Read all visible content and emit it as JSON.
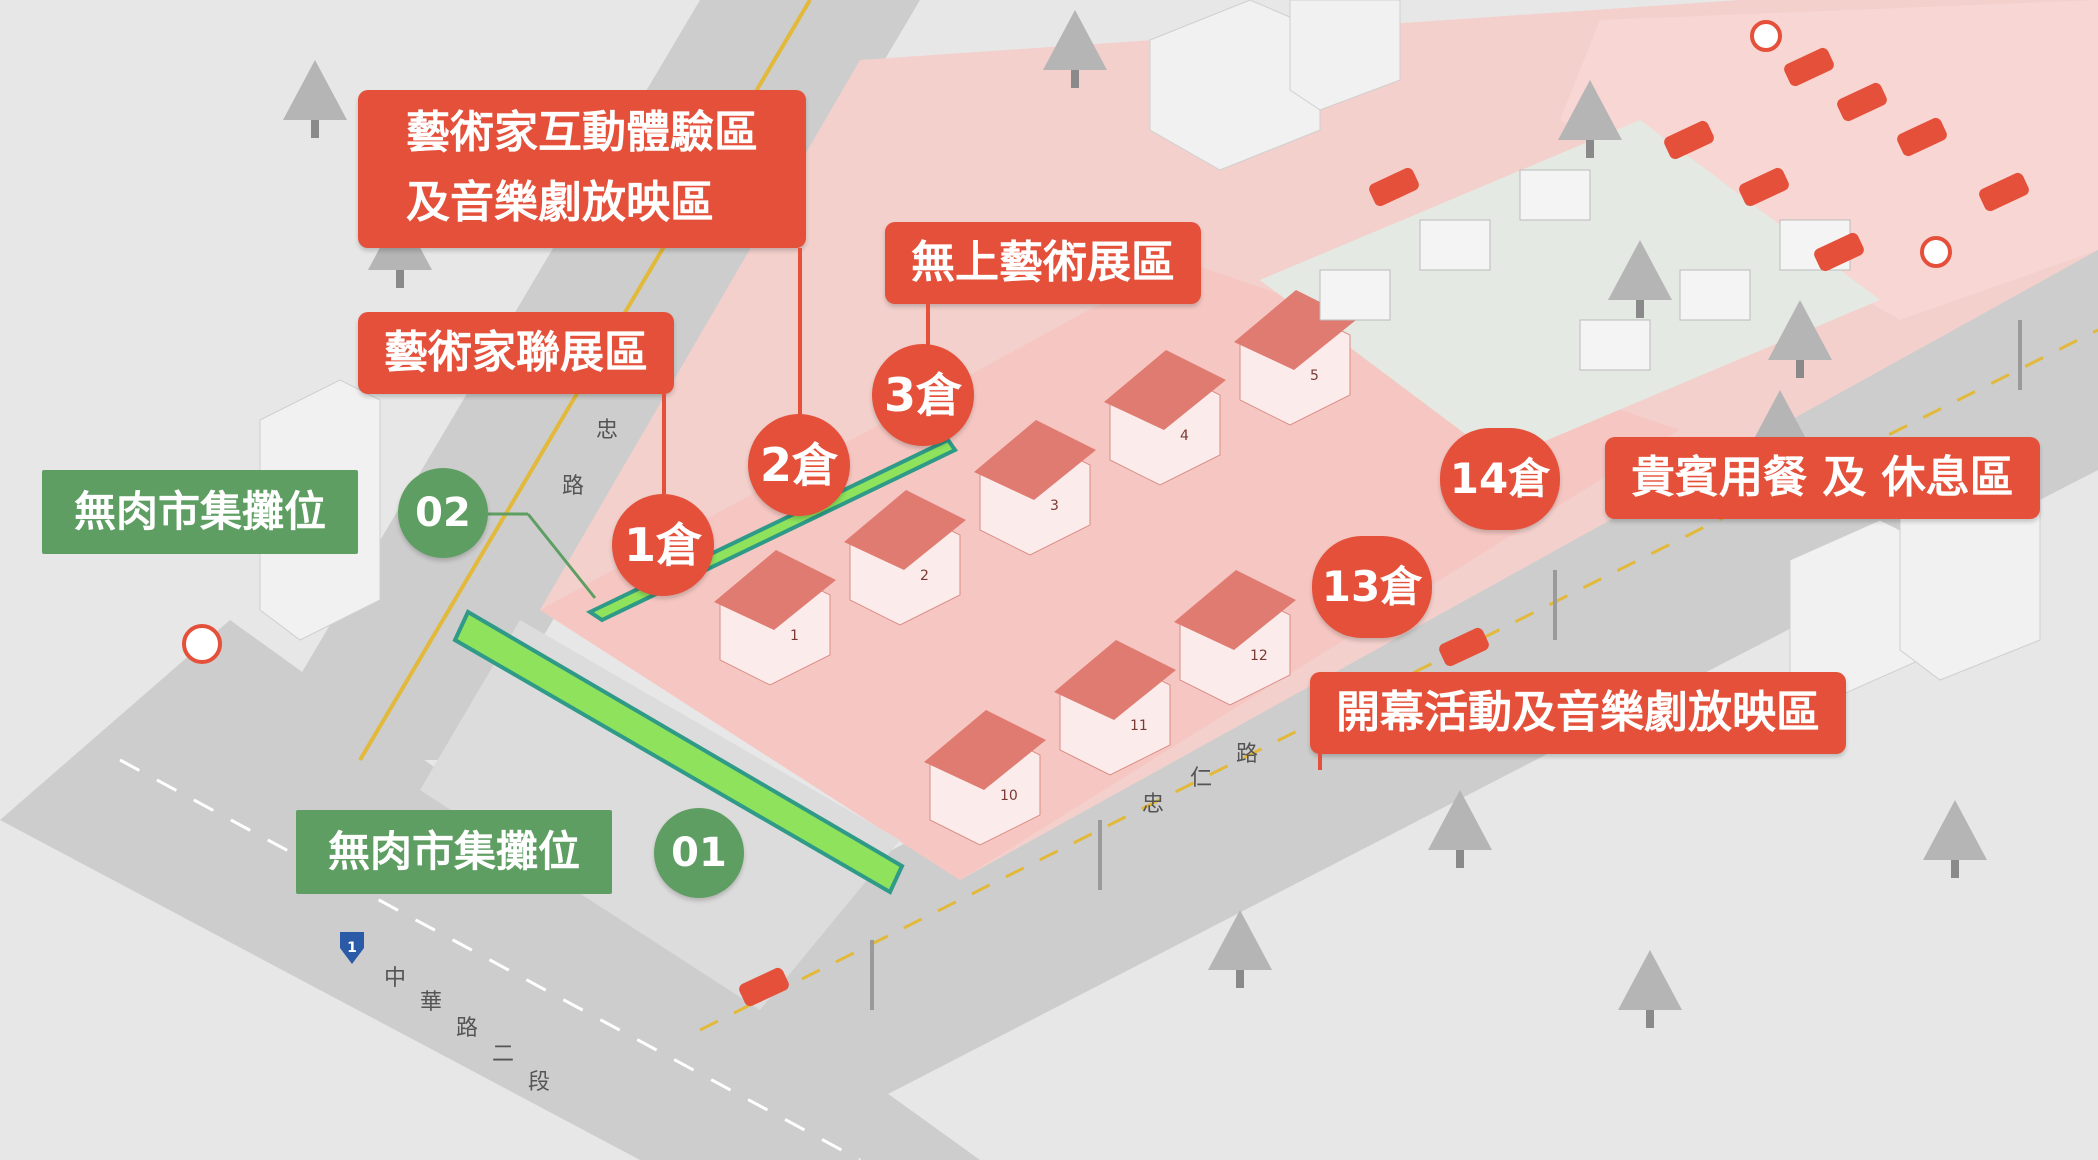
{
  "labels": {
    "artist_interactive": [
      "藝術家互動體驗區",
      "及音樂劇放映區"
    ],
    "artist_joint": "藝術家聯展區",
    "supreme_art": "無上藝術展區",
    "vip_dining": "貴賓用餐 及 休息區",
    "opening": "開幕活動及音樂劇放映區",
    "market_02": "無肉市集攤位",
    "market_01": "無肉市集攤位"
  },
  "markers": {
    "w1": "1倉",
    "w2": "2倉",
    "w3": "3倉",
    "w13": "13倉",
    "w14": "14倉",
    "m02": "02",
    "m01": "01"
  },
  "streets": {
    "zhong": [
      "忠",
      "路"
    ],
    "zhongren": [
      "忠",
      "仁",
      "路"
    ],
    "zhonghua": [
      "中",
      "華",
      "路",
      "二",
      "段"
    ]
  },
  "route_shield": "1",
  "building_numbers": [
    "1",
    "2",
    "3",
    "4",
    "5",
    "10",
    "11",
    "12"
  ],
  "colors": {
    "accent_red": "#e4503a",
    "market_green": "#5e9e62",
    "highlight_green": "#8ee25c",
    "zone_pink": "#f6c7c2",
    "road_gray": "#c9c9c9",
    "background": "#e7e7e7"
  }
}
